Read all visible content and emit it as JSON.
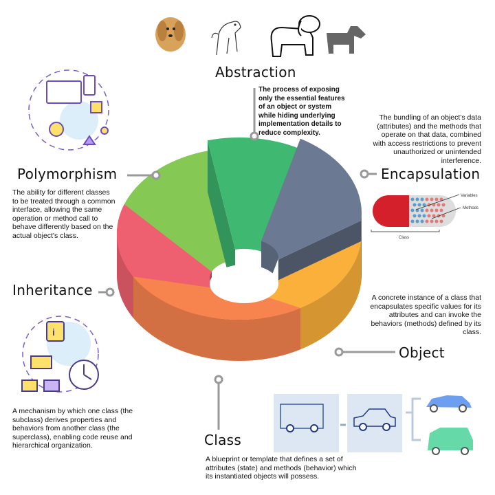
{
  "colors": {
    "abstraction": "#3fb872",
    "encapsulation": "#6b7a92",
    "object": "#fbb03b",
    "class": "#f7844f",
    "inheritance": "#ee6070",
    "polymorphism": "#86c854",
    "connector": "#999999"
  },
  "sections": {
    "abstraction": {
      "title": "Abstraction",
      "description": "The process of exposing only the essential features of an object or system while hiding underlying implementation details to reduce complexity."
    },
    "encapsulation": {
      "title": "Encapsulation",
      "description": "The bundling of an object’s data (attributes) and the methods that operate on that data, combined with access restrictions to prevent unauthorized or unintended interference.",
      "diagram": {
        "variables_label": "Variables",
        "methods_label": "Methods",
        "class_label": "Class"
      }
    },
    "object": {
      "title": "Object",
      "description": "A concrete instance of a class that encapsulates specific values for its attributes and can invoke the behaviors (methods) defined by its class."
    },
    "class": {
      "title": "Class",
      "description": "A blueprint or template that defines a set of attributes (state) and methods (behavior) which its instantiated objects will possess."
    },
    "inheritance": {
      "title": "Inheritance",
      "description": "A mechanism by which one class (the subclass) derives properties and behaviors from another class (the superclass), enabling code reuse and hierarchical organization."
    },
    "polymorphism": {
      "title": "Polymorphism",
      "description": "The ability for different classes to be treated through a common interface, allowing the same operation or method call to behave differently based on the actual object's class."
    }
  }
}
